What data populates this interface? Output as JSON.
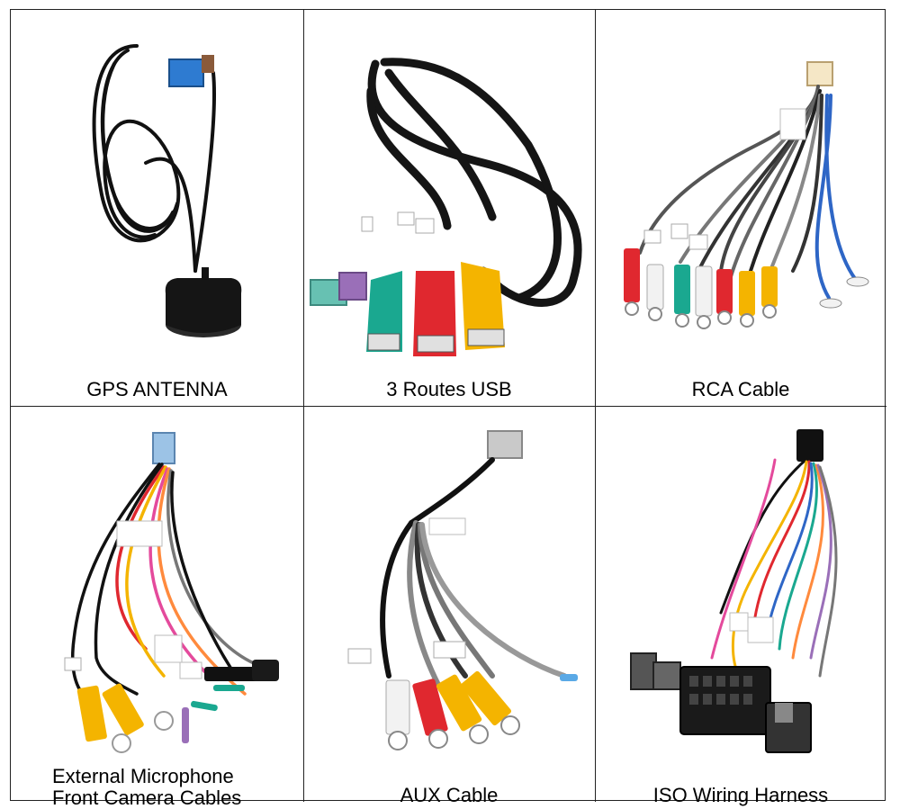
{
  "cells": [
    {
      "caption": "GPS ANTENNA"
    },
    {
      "caption": "3 Routes USB"
    },
    {
      "caption": "RCA Cable"
    },
    {
      "caption_lines": [
        "External Microphone",
        "Front Camera Cables"
      ]
    },
    {
      "caption": "AUX Cable"
    },
    {
      "caption": "ISO Wiring Harness"
    }
  ],
  "colors": {
    "cable_black": "#111111",
    "blue_connector": "#2e7bd1",
    "teal": "#1aa890",
    "red": "#e0282f",
    "yellow": "#f4b400",
    "purple": "#9a6fb8",
    "white_plug": "#f2f2f2"
  }
}
